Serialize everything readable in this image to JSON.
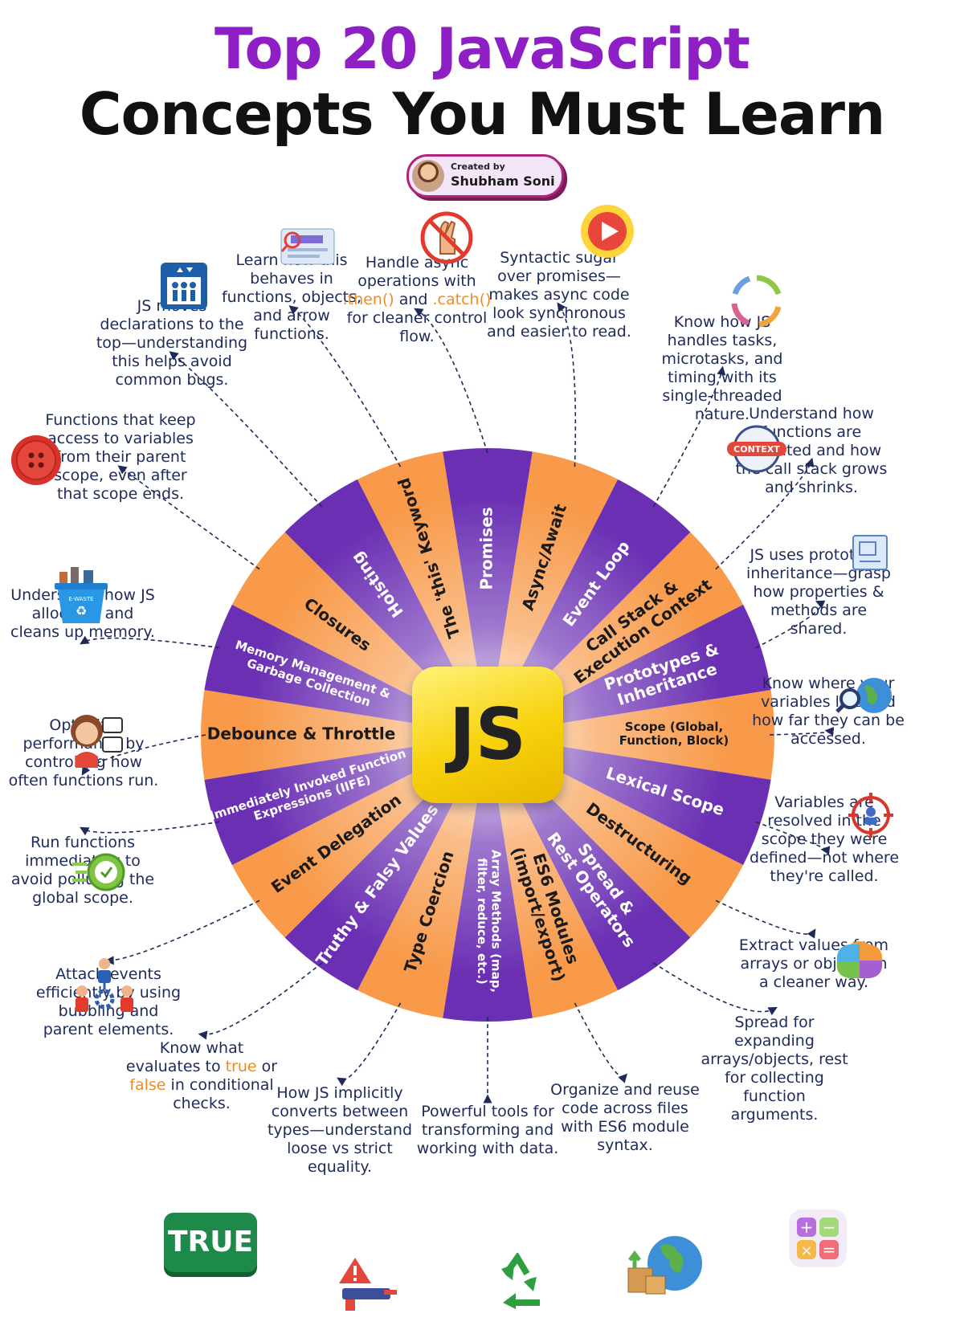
{
  "title": {
    "line1": "Top 20 JavaScript",
    "line2": "Concepts You Must Learn"
  },
  "badge": {
    "created_by": "Created by",
    "author": "Shubham Soni"
  },
  "center_logo": "JS",
  "true_button": "TRUE",
  "concepts": [
    {
      "label": "Hoisting",
      "desc": "JS moves declarations to the top—understanding this helps avoid common bugs."
    },
    {
      "label": "The 'this' Keyword",
      "desc": "Learn how this behaves in functions, objects, and arrow functions."
    },
    {
      "label": "Promises",
      "desc_parts": [
        "Handle async operations with",
        ".then()",
        "and",
        ".catch()",
        "for cleaner control flow."
      ]
    },
    {
      "label": "Async/Await",
      "desc": "Syntactic sugar over promises—makes async code look synchronous and easier to read."
    },
    {
      "label": "Event Loop",
      "desc": "Know how JS handles tasks, microtasks, and timing with its single-threaded nature."
    },
    {
      "label": "Call Stack & Execution Context",
      "desc": "Understand how functions are executed and how the call stack grows and shrinks."
    },
    {
      "label": "Prototypes & Inheritance",
      "desc": "JS uses prototypal inheritance—grasp how properties & methods are shared."
    },
    {
      "label": "Scope (Global, Function, Block)",
      "desc": "Know where your variables live and how far they can be accessed."
    },
    {
      "label": "Lexical Scope",
      "desc": "Variables are resolved in the scope they were defined—not where they're called."
    },
    {
      "label": "Destructuring",
      "desc": "Extract values from arrays or objects in a cleaner way."
    },
    {
      "label": "Spread & Rest Operators",
      "desc": "Spread for expanding arrays/objects, rest for collecting function arguments."
    },
    {
      "label": "ES6 Modules (import/export)",
      "desc": "Organize and reuse code across files with ES6 module syntax."
    },
    {
      "label": "Array Methods (map, filter, reduce, etc.)",
      "desc": "Powerful tools for transforming and working with data."
    },
    {
      "label": "Type Coercion",
      "desc": "How JS implicitly converts between types—understand loose vs strict equality."
    },
    {
      "label": "Truthy & Falsy Values",
      "desc_parts": [
        "Know what evaluates to",
        "true",
        "or",
        "false",
        "in conditional checks."
      ]
    },
    {
      "label": "Event Delegation",
      "desc": "Attach events efficiently by using bubbling and parent elements."
    },
    {
      "label": "Immediately Invoked Function Expressions (IIFE)",
      "desc": "Run functions immediately to avoid polluting the global scope."
    },
    {
      "label": "Debounce & Throttle",
      "desc": "Optimize performance by controlling how often functions run."
    },
    {
      "label": "Memory Management & Garbage Collection",
      "desc": "Understand how JS allocates and cleans up memory."
    },
    {
      "label": "Closures",
      "desc": "Functions that keep access to variables from their parent scope, even after that scope ends."
    }
  ],
  "colors": {
    "purple": "#6a2fb3",
    "orange": "#f89a4a",
    "title_purple": "#8e1fc4",
    "text": "#1d2a5a",
    "highlight": "#f28b1e"
  },
  "icons": [
    "elevator-icon",
    "keyword-search-icon",
    "crossed-fingers-icon",
    "play-button-icon",
    "cycle-arrows-icon",
    "context-tag-icon",
    "blueprint-icon",
    "globe-search-icon",
    "target-icon",
    "brain-puzzle-icon",
    "calculator-icon",
    "globe-boxes-icon",
    "recycle-icon",
    "hazard-spray-icon",
    "true-button-icon",
    "team-gear-icon",
    "stopwatch-icon",
    "person-stop-icon",
    "recycle-bin-icon",
    "red-button-icon"
  ]
}
